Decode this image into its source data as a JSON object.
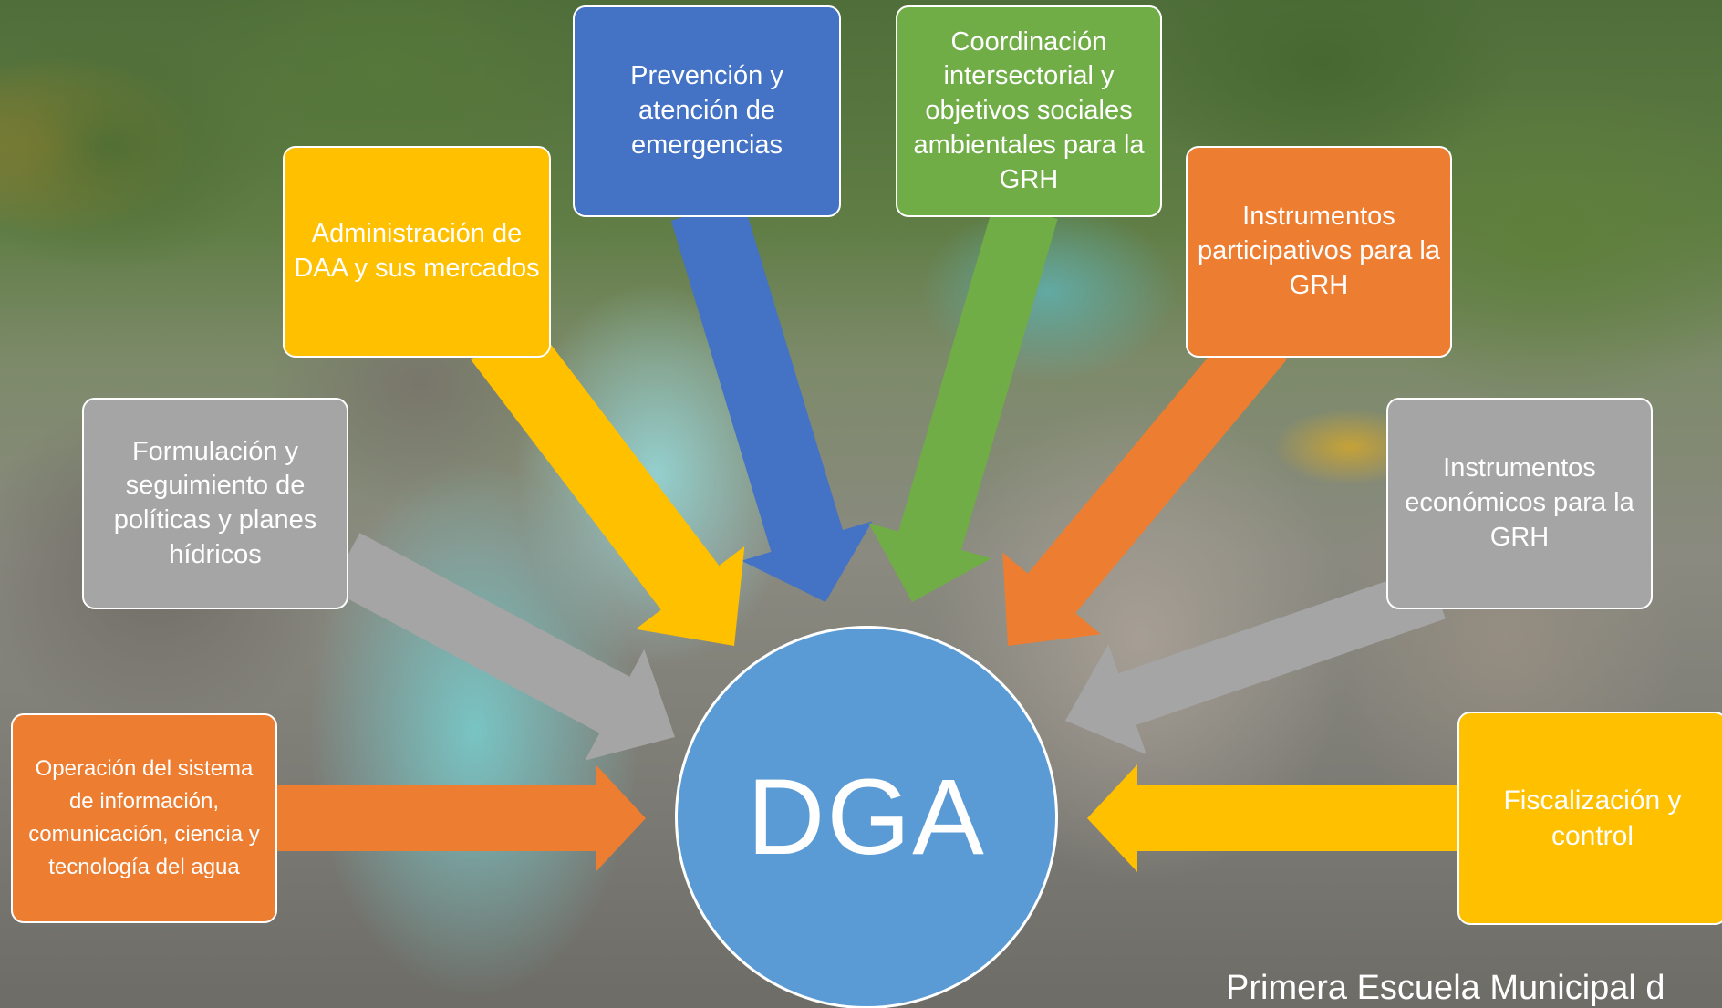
{
  "hub": {
    "label": "DGA",
    "color": "#5b9bd5"
  },
  "functions": [
    {
      "id": "prevencion",
      "text": "Prevención y atención de emergencias",
      "color": "#4472c4"
    },
    {
      "id": "coordinacion",
      "text": "Coordinación intersectorial y objetivos sociales ambientales para la GRH",
      "color": "#70ad47"
    },
    {
      "id": "administracion",
      "text": "Administración de DAA  y sus mercados",
      "color": "#ffc000"
    },
    {
      "id": "participativos",
      "text": "Instrumentos participativos para la GRH",
      "color": "#ed7d31"
    },
    {
      "id": "formulacion",
      "text": "Formulación y seguimiento de políticas y planes hídricos",
      "color": "#a5a5a5"
    },
    {
      "id": "economicos",
      "text": "Instrumentos económicos para la GRH",
      "color": "#a5a5a5"
    },
    {
      "id": "operacion",
      "text": "Operación del sistema de información, comunicación, ciencia y tecnología del agua",
      "color": "#ed7d31"
    },
    {
      "id": "fiscalizacion",
      "text": "Fiscalización y control",
      "color": "#ffc000"
    }
  ],
  "footer": {
    "text": "Primera Escuela Municipal d"
  }
}
